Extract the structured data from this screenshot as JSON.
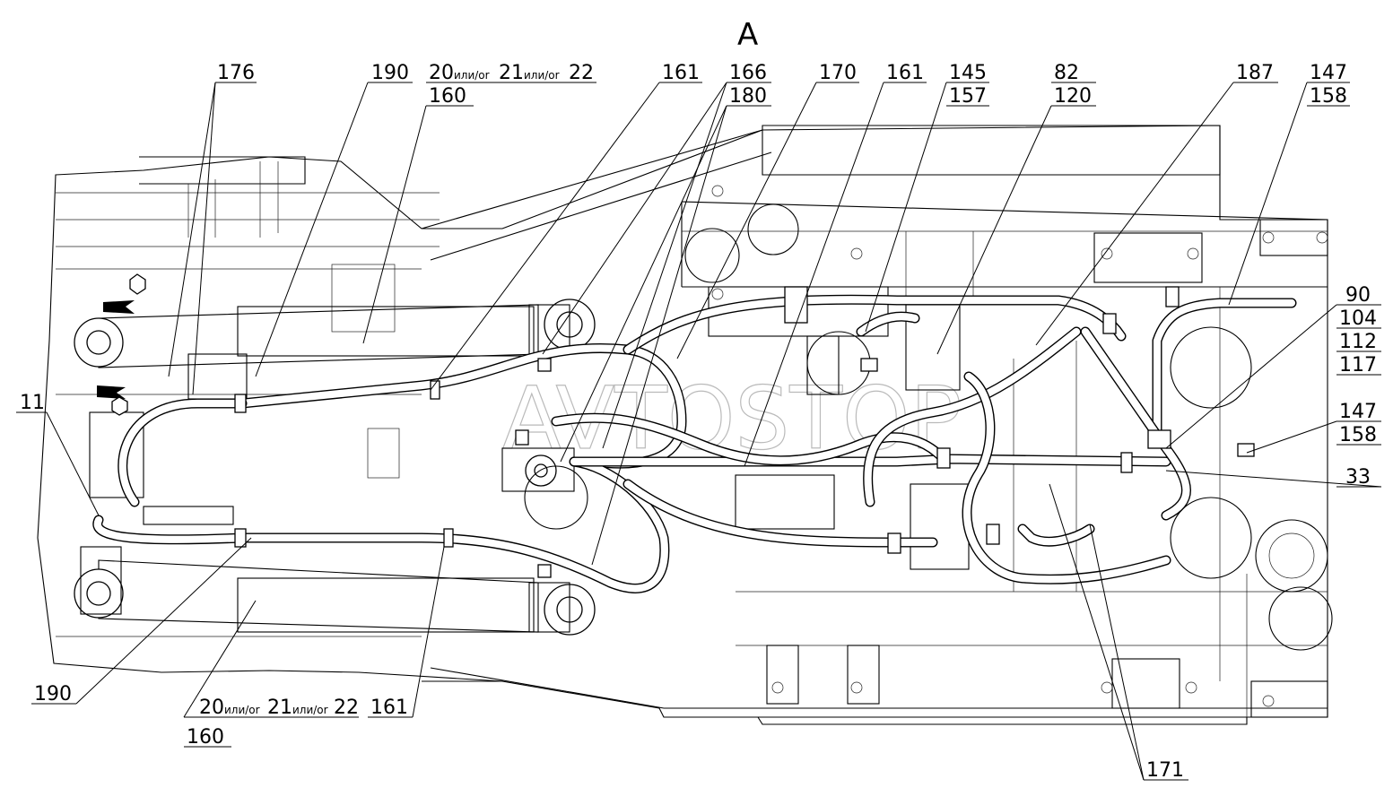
{
  "view_letter": "A",
  "watermark": "AVTOSTOP",
  "callouts": {
    "c176": "176",
    "c190_top": "190",
    "c20_top": "20",
    "c21_top": "21",
    "c22_top": "22",
    "alt_top_1": "или/or",
    "alt_top_2": "или/or",
    "c160_top": "160",
    "c161_a": "161",
    "c166": "166",
    "c180": "180",
    "c170": "170",
    "c161_b": "161",
    "c145": "145",
    "c157": "157",
    "c82": "82",
    "c120": "120",
    "c187": "187",
    "c147_top": "147",
    "c158_top": "158",
    "c90": "90",
    "c104": "104",
    "c112": "112",
    "c117": "117",
    "c147_mid": "147",
    "c158_mid": "158",
    "c33": "33",
    "c11": "11",
    "c190_bottom": "190",
    "c20_bottom": "20",
    "c21_bottom": "21",
    "c22_bottom": "22",
    "alt_bottom_1": "или/or",
    "alt_bottom_2": "или/or",
    "c160_bottom": "160",
    "c161_bottom": "161",
    "c171": "171"
  },
  "colors": {
    "line": "#000000",
    "background": "#ffffff"
  }
}
